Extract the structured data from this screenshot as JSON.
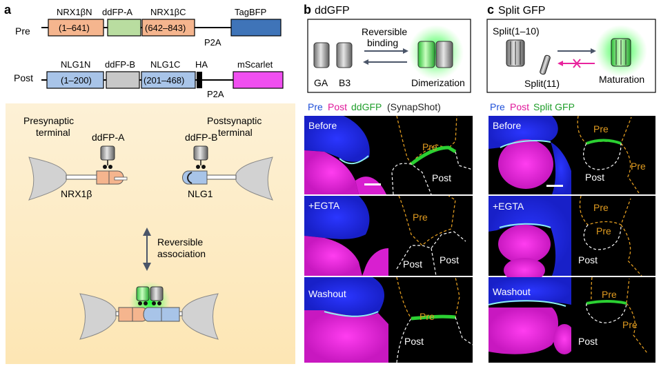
{
  "panel_a": {
    "letter": "a",
    "pre_row": {
      "label": "Pre",
      "headers": [
        "NRX1βN",
        "ddFP-A",
        "NRX1βC",
        "TagBFP"
      ],
      "seg1": "(1–641)",
      "seg3": "(642–843)",
      "p2a": "P2A",
      "colors": {
        "n": "#f5b58e",
        "fp": "#b9dda0",
        "c": "#f5b58e",
        "fluor": "#3f74b8"
      }
    },
    "post_row": {
      "label": "Post",
      "headers": [
        "NLG1N",
        "ddFP-B",
        "NLG1C",
        "HA",
        "mScarlet"
      ],
      "seg1": "(1–200)",
      "seg3": "(201–468)",
      "p2a": "P2A",
      "colors": {
        "n": "#a8c4e8",
        "fp": "#c8c8c8",
        "c": "#a8c4e8",
        "fluor": "#f04ff0"
      }
    },
    "diagram": {
      "presynaptic": "Presynaptic\nterminal",
      "postsynaptic": "Postsynaptic\nterminal",
      "ddfp_a": "ddFP-A",
      "ddfp_b": "ddFP-B",
      "nrx": "NRX1β",
      "nlg": "NLG1",
      "reversible": "Reversible\nassociation"
    }
  },
  "panel_b": {
    "letter": "b",
    "title": "ddGFP",
    "reversible_binding": "Reversible\nbinding",
    "ga": "GA",
    "b3": "B3",
    "dimerization": "Dimerization",
    "legend": [
      {
        "text": "Pre",
        "color": "#1e4fd8"
      },
      {
        "text": "Post",
        "color": "#e0189a"
      },
      {
        "text": "ddGFP",
        "color": "#1f9e2a"
      },
      {
        "text": "(SynapShot)",
        "color": "#222222"
      }
    ],
    "rows": [
      "Before",
      "+EGTA",
      "Washout"
    ],
    "pre": "Pre",
    "post": "Post"
  },
  "panel_c": {
    "letter": "c",
    "title": "Split GFP",
    "split_1_10": "Split(1–10)",
    "split_11": "Split(11)",
    "maturation": "Maturation",
    "legend": [
      {
        "text": "Pre",
        "color": "#1e4fd8"
      },
      {
        "text": "Post",
        "color": "#e0189a"
      },
      {
        "text": "Split GFP",
        "color": "#1f9e2a"
      }
    ],
    "rows": [
      "Before",
      "+EGTA",
      "Washout"
    ],
    "pre": "Pre",
    "post": "Post"
  }
}
